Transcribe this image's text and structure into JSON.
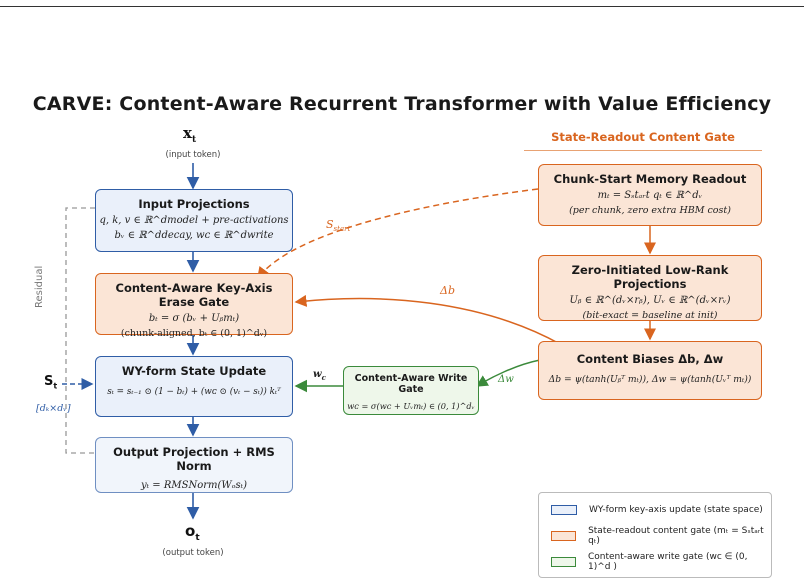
{
  "title": "CARVE: Content-Aware Recurrent Transformer with Value Efficiency",
  "input": {
    "symbol": "x",
    "subscript": "t",
    "caption": "(input token)"
  },
  "output": {
    "symbol": "o",
    "subscript": "t",
    "caption": "(output token)"
  },
  "state": {
    "symbol": "S",
    "subscript": "t",
    "dims": "[dₖ×dᵥ]",
    "residual": "Residual"
  },
  "section": {
    "title": "State-Readout Content Gate"
  },
  "boxes": {
    "input_proj": {
      "title": "Input Projections",
      "line1": "q, k, v ∈ ℝ^dmodel + pre-activations",
      "line2": "bᵥ ∈ ℝ^ddecay, wᴄ ∈ ℝ^dwrite"
    },
    "erase_gate": {
      "title": "Content-Aware Key-Axis Erase Gate",
      "line1": "bₜ = σ (bᵥ + Uᵦmₜ)",
      "line2": "(chunk-aligned, bₜ ∈ (0, 1)^dᵥ)"
    },
    "wy_update": {
      "title": "WY-form State Update",
      "line1": "sₜ = sₜ₋₁ ⊙ (1 − bₜ) + (wᴄ ⊙ (vₜ − sₜ)) kₜᵀ"
    },
    "out_proj": {
      "title": "Output Projection + RMS Norm",
      "line1": "yₜ = RMSNorm(Wₒsₜ)"
    },
    "write_gate": {
      "title": "Content-Aware Write Gate",
      "line1": "wᴄ = σ(wᴄ + Uᵥmₜ) ∈ (0, 1)^dᵥ"
    },
    "chunk_start": {
      "title": "Chunk-Start Memory Readout",
      "line1": "mₜ = Sₛtₐᵣt qₜ ∈ ℝ^dᵥ",
      "line2": "(per chunk, zero extra HBM cost)"
    },
    "low_rank": {
      "title": "Zero-Initiated Low-Rank Projections",
      "line1": "Uᵦ ∈ ℝ^(dᵥ×rᵦ), Uᵥ ∈ ℝ^(dᵥ×rᵥ)",
      "line2": "(bit-exact = baseline at init)"
    },
    "biases": {
      "title": "Content Biases Δb, Δw",
      "line1": "Δb = ψ(tanh(Uᵦᵀ mₜ)), Δw = ψ(tanh(Uᵥᵀ mₜ))"
    }
  },
  "edge_labels": {
    "s_start": "S",
    "s_start_sub": "start",
    "delta_b": "Δb",
    "delta_w": "Δw",
    "w_c": "w",
    "w_c_sub": "c"
  },
  "legend": [
    {
      "label": "WY-form key-axis update (state space)",
      "color": "#2f5da6"
    },
    {
      "label": "State-readout content gate (mₜ = Sₛtₐᵣt qₜ)",
      "color": "#d9651f"
    },
    {
      "label": "Content-aware write gate (wᴄ ∈ (0, 1)^d )",
      "color": "#3b8a3b"
    }
  ],
  "colors": {
    "blue": "#2f5da6",
    "orange": "#d9651f",
    "green": "#3b8a3b",
    "gray": "#999999"
  }
}
